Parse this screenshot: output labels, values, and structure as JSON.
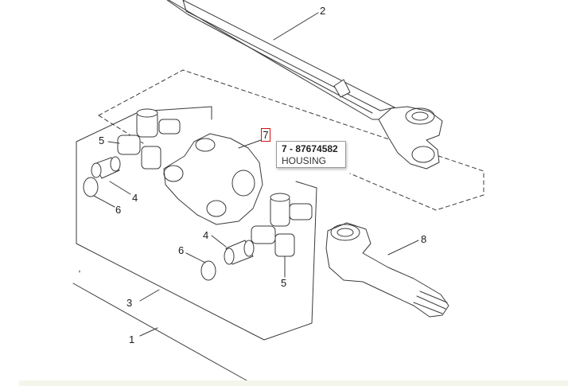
{
  "callouts": {
    "c1": "1",
    "c2": "2",
    "c3": "3",
    "c4a": "4",
    "c4b": "4",
    "c5a": "5",
    "c5b": "5",
    "c6a": "6",
    "c6b": "6",
    "c7": "7",
    "c8": "8"
  },
  "tooltip": {
    "part_number": "7 - 87674582",
    "description": "HOUSING"
  },
  "colors": {
    "line": "#3a3a3a",
    "highlight_border": "#d01010",
    "part_fill": "#ffffff",
    "background": "#ffffff"
  }
}
